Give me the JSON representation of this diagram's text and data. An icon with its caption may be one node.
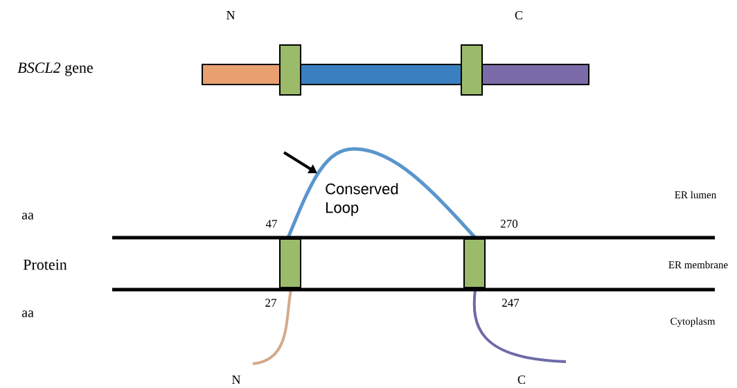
{
  "diagram": {
    "labels": [
      "N",
      "C",
      "*BSCL2* gene",
      "Conserved Loop",
      "ER lumen",
      "aa",
      "47",
      "270",
      "Protein",
      "ER membrane",
      "aa",
      "27",
      "247",
      "Cytoplasm",
      "N",
      "C"
    ]
  }
}
